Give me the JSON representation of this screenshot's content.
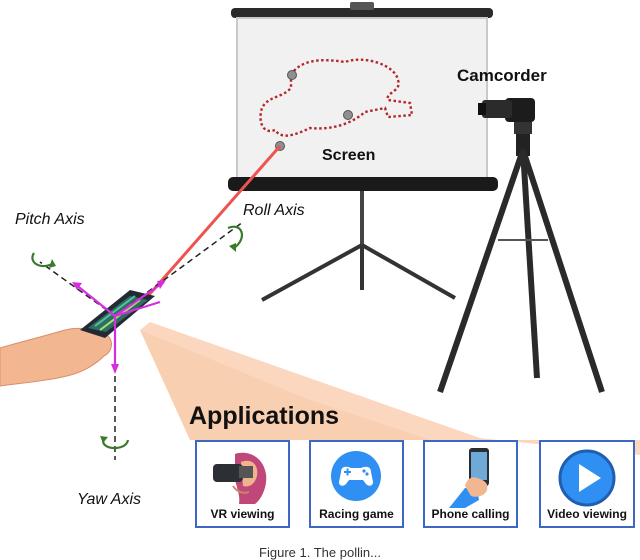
{
  "labels": {
    "camcorder": "Camcorder",
    "screen": "Screen",
    "pitch_axis": "Pitch Axis",
    "roll_axis": "Roll Axis",
    "yaw_axis": "Yaw Axis",
    "applications": "Applications"
  },
  "applications": [
    {
      "label": "VR viewing",
      "icon": "vr-headset-icon"
    },
    {
      "label": "Racing game",
      "icon": "gamepad-icon"
    },
    {
      "label": "Phone calling",
      "icon": "hand-phone-icon"
    },
    {
      "label": "Video viewing",
      "icon": "play-icon"
    }
  ],
  "caption": "Figure 1. The pollin..."
}
